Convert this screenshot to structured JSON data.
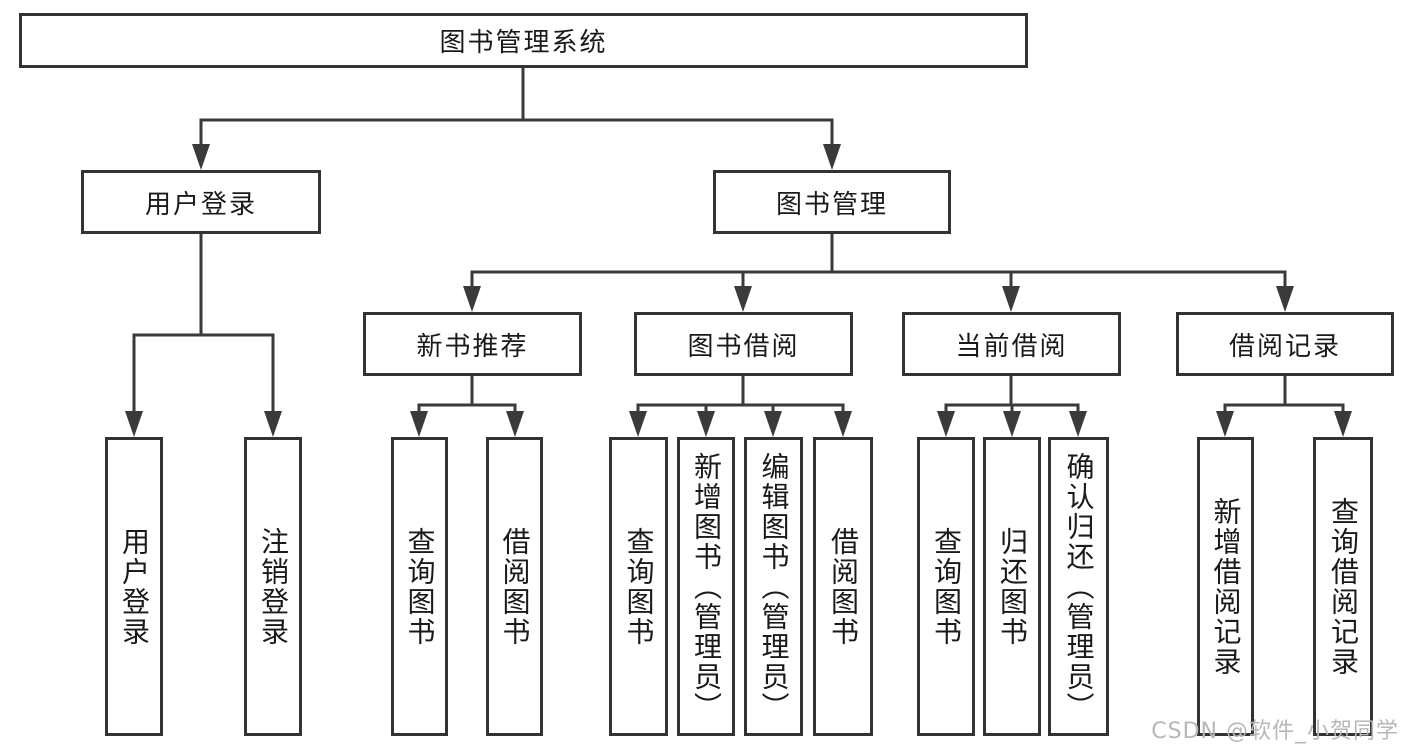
{
  "diagram": {
    "root": {
      "label": "图书管理系统"
    },
    "level2": [
      {
        "label": "用户登录"
      },
      {
        "label": "图书管理"
      }
    ],
    "level3": [
      {
        "label": "新书推荐"
      },
      {
        "label": "图书借阅"
      },
      {
        "label": "当前借阅"
      },
      {
        "label": "借阅记录"
      }
    ],
    "leaves": {
      "user_login": [
        "用户登录",
        "注销登录"
      ],
      "new_book": [
        "查询图书",
        "借阅图书"
      ],
      "book_borrow": [
        "查询图书",
        "新增图书（管理员）",
        "编辑图书（管理员）",
        "借阅图书"
      ],
      "current_borrow": [
        "查询图书",
        "归还图书",
        "确认归还（管理员）"
      ],
      "borrow_records": [
        "新增借阅记录",
        "查询借阅记录"
      ]
    }
  },
  "watermark": {
    "text": "CSDN @软件_小贺同学",
    "color": "#b7b7b7"
  },
  "colors": {
    "line": "#3a3a3a",
    "box_border": "#333333",
    "text": "#1a1a1a",
    "background": "#ffffff"
  }
}
